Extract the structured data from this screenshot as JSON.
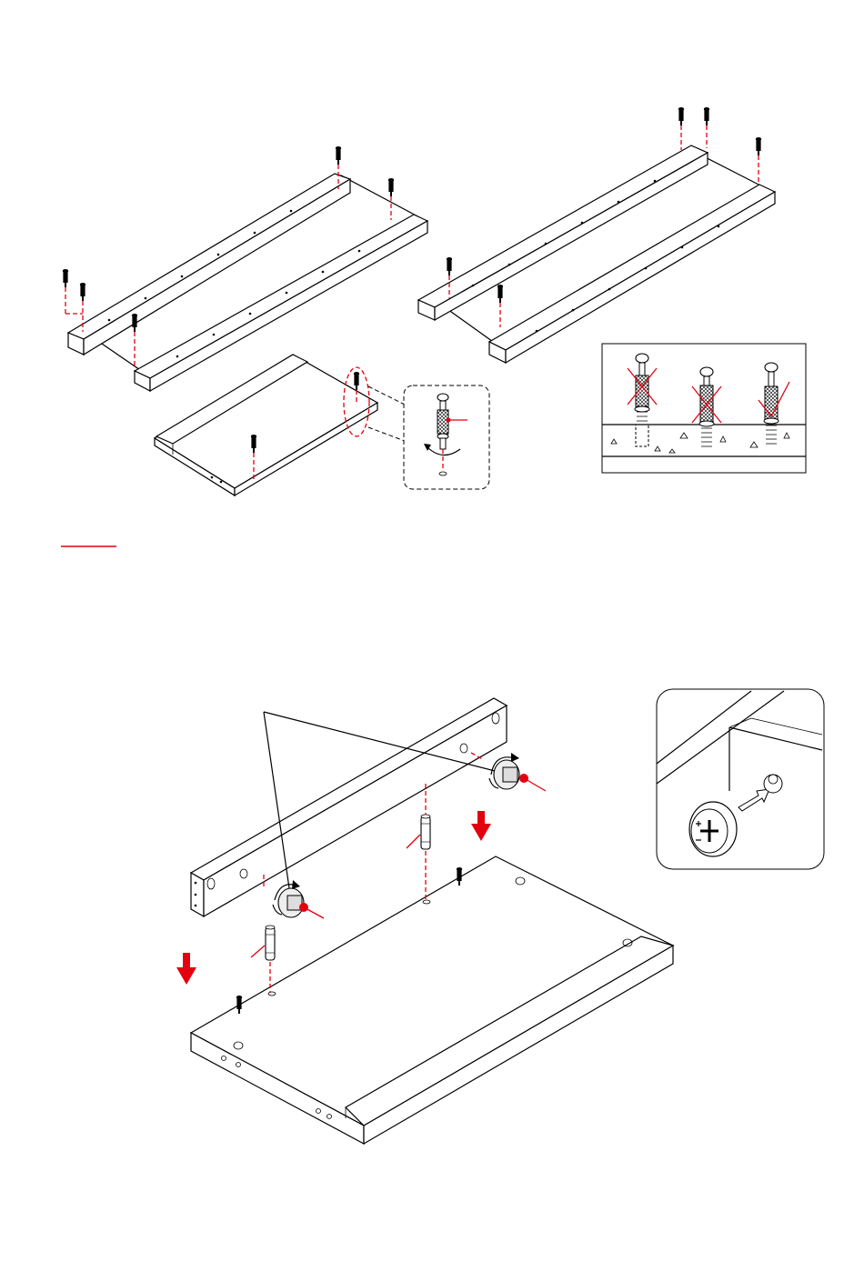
{
  "page": {
    "background": "#ffffff",
    "line_color": "#000000",
    "accent_color": "#e3000f"
  },
  "icons": [
    "screw-icon",
    "dowel-icon",
    "cam-lock-icon",
    "rotate-arrow-icon",
    "down-arrow-icon",
    "cross-mark-icon",
    "check-mark-icon"
  ],
  "detail_insets": {
    "screw_depth": {
      "states": [
        {
          "name": "too-shallow",
          "mark": "cross"
        },
        {
          "name": "too-deep",
          "mark": "cross"
        },
        {
          "name": "correct",
          "mark": "check"
        }
      ]
    }
  }
}
